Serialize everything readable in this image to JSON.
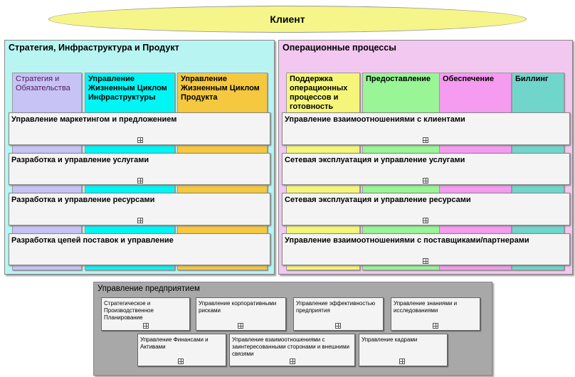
{
  "client": "Клиент",
  "left": {
    "title": "Стратегия, Инфраструктура и Продукт",
    "columns": [
      "Стратегия и Обязательства",
      "Управление Жизненным Циклом Инфраструктуры",
      "Управление Жизненным Циклом Продукта"
    ],
    "rows": [
      "Управление маркетингом и предложением",
      "Разработка и управление услугами",
      "Разработка и управление ресурсами",
      "Разработка цепей поставок и управление"
    ]
  },
  "right": {
    "title": "Операционные процессы",
    "columns": [
      "Поддержка операционных процессов и готовность",
      "Предоставление",
      "Обеспечение",
      "Биллинг"
    ],
    "rows": [
      "Управление взаимоотношениями с клиентами",
      "Сетевая эксплуатация и управление услугами",
      "Сетевая эксплуатация и управление ресурсами",
      "Управление взаимоотношениями с поставщиками/партнерами"
    ]
  },
  "enterprise": {
    "title": "Управление предприятием",
    "boxes": [
      "Стратегическое и Производственное Планирование",
      "Управление корпоративными рисками",
      "Управление эффективностью предприятия",
      "Управление знаниями и исследованиями",
      "Управление Финансами и Активами",
      "Управление взаимоотношениями с заинтересованными сторонами и внешними связями",
      "Управление кадрами"
    ]
  },
  "colors": {
    "client": "#f5f58a",
    "left_bg": "#b8f5f2",
    "right_bg": "#f3c8f0",
    "enterprise_bg": "#a8a8a8"
  }
}
